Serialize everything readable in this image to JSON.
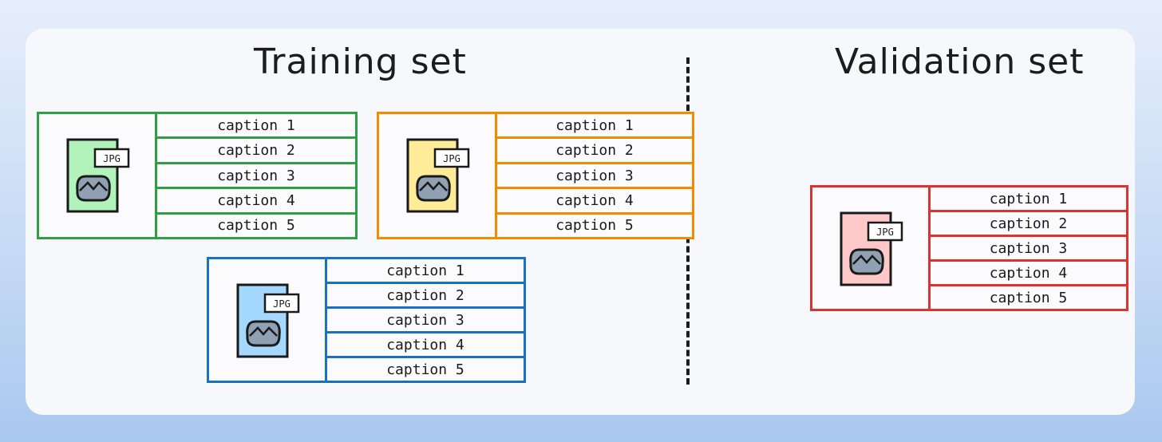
{
  "sections": {
    "training_title": "Training set",
    "validation_title": "Validation set"
  },
  "samples": {
    "green": {
      "color": "#2f9e44",
      "fill": "#b2f2bb",
      "file_label": "JPG",
      "captions": [
        "caption 1",
        "caption 2",
        "caption 3",
        "caption 4",
        "caption 5"
      ]
    },
    "orange": {
      "color": "#f08c00",
      "fill": "#ffec99",
      "file_label": "JPG",
      "captions": [
        "caption 1",
        "caption 2",
        "caption 3",
        "caption 4",
        "caption 5"
      ]
    },
    "blue": {
      "color": "#1971c2",
      "fill": "#a5d8ff",
      "file_label": "JPG",
      "captions": [
        "caption 1",
        "caption 2",
        "caption 3",
        "caption 4",
        "caption 5"
      ]
    },
    "red": {
      "color": "#e03131",
      "fill": "#ffc9c9",
      "file_label": "JPG",
      "captions": [
        "caption 1",
        "caption 2",
        "caption 3",
        "caption 4",
        "caption 5"
      ]
    }
  }
}
